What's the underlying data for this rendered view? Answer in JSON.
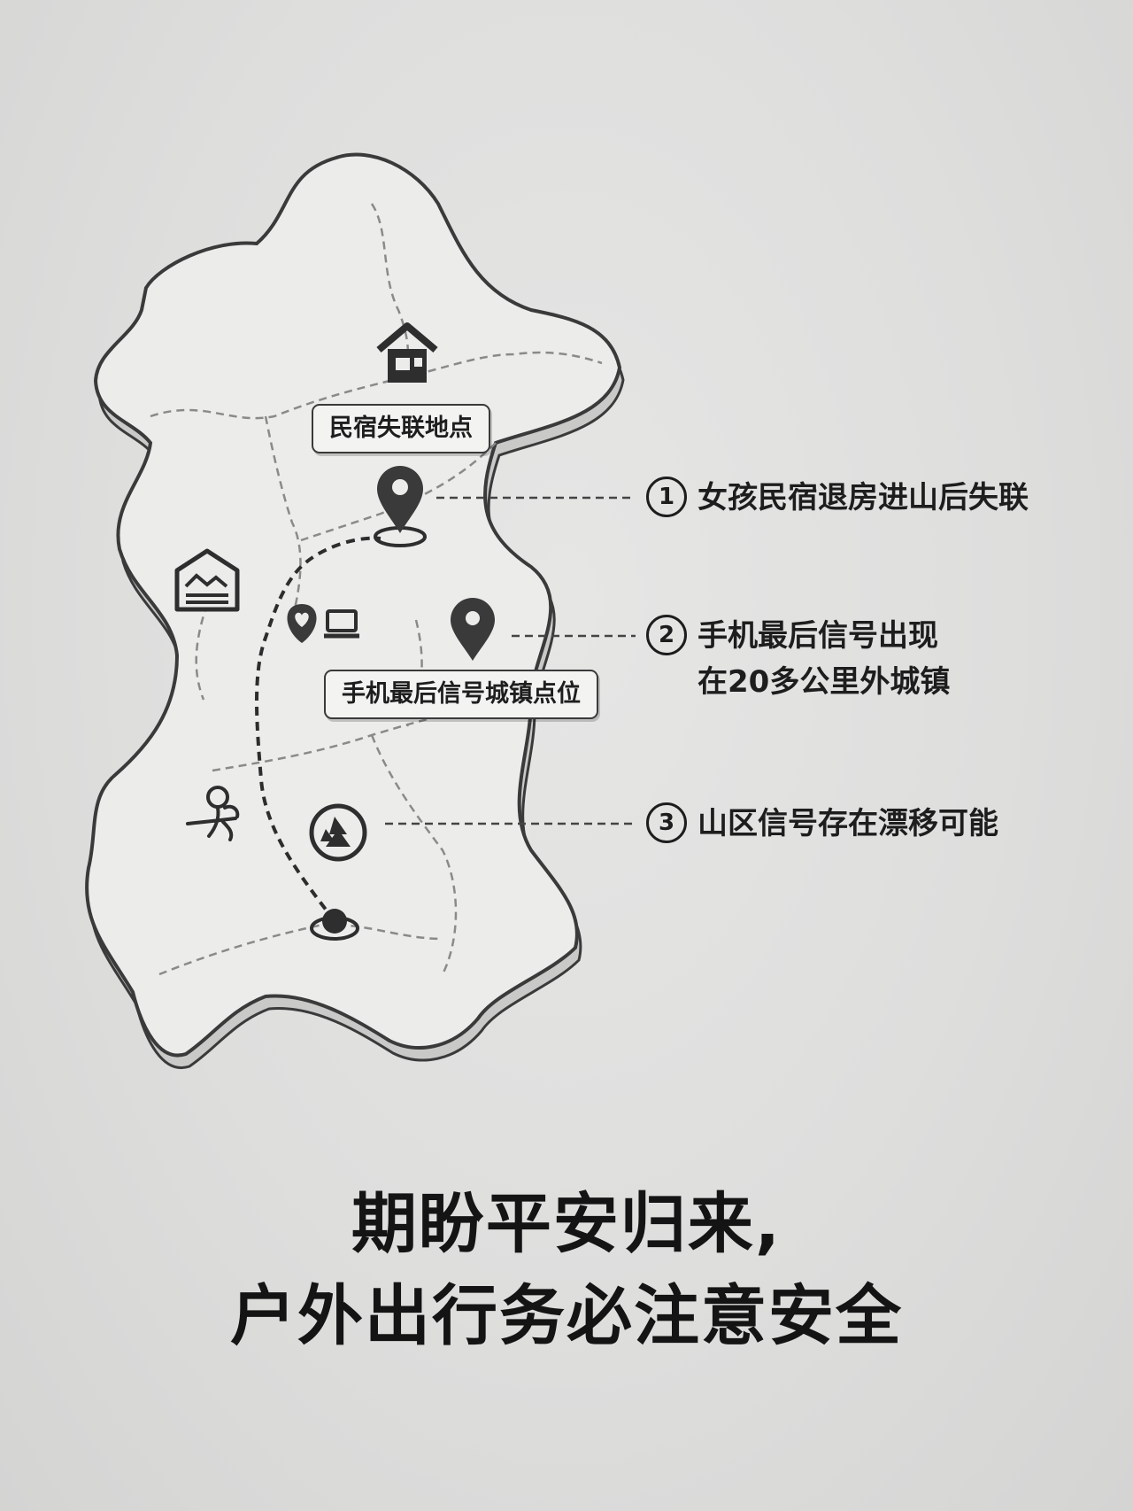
{
  "map": {
    "label_homestay": "民宿失联地点",
    "label_phone_town": "手机最后信号城镇点位"
  },
  "notes": [
    {
      "num": "1",
      "lines": [
        "女孩民宿退房进山后失联"
      ]
    },
    {
      "num": "2",
      "lines": [
        "手机最后信号出现",
        "在20多公里外城镇"
      ]
    },
    {
      "num": "3",
      "lines": [
        "山区信号存在漂移可能"
      ]
    }
  ],
  "headline": {
    "line1": "期盼平安归来,",
    "line2": "户外出行务必注意安全"
  },
  "icons": [
    "house-icon",
    "location-pin-icon",
    "building-icon",
    "heart-pin-icon",
    "laptop-icon",
    "hiker-icon",
    "forest-badge-icon",
    "origin-dot-icon"
  ],
  "colors": {
    "background": "#dcdcdb",
    "map_fill": "#ececeb",
    "ink": "#3a3a3a"
  }
}
